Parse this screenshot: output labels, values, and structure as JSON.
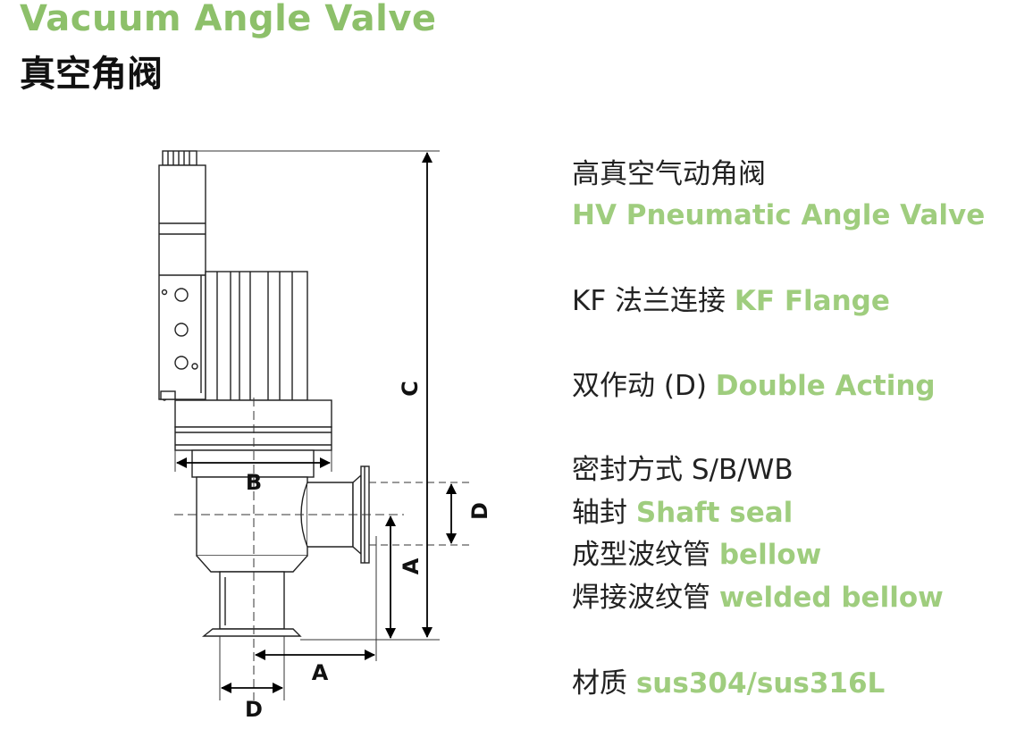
{
  "title": {
    "en": "Vacuum Angle Valve",
    "cn": "真空角阀"
  },
  "specs": {
    "type_cn": "高真空气动角阀",
    "type_en": "HV Pneumatic Angle Valve",
    "flange_cn": "KF 法兰连接",
    "flange_en": "KF Flange",
    "acting_cn": "双作动 (D)",
    "acting_en": "Double Acting",
    "seal_cn": "密封方式 S/B/WB",
    "shaft_cn": "轴封",
    "shaft_en": "Shaft seal",
    "bellow_cn": "成型波纹管",
    "bellow_en": "bellow",
    "welded_cn": "焊接波纹管",
    "welded_en": "welded bellow",
    "material_cn": "材质",
    "material_en": "sus304/sus316L"
  },
  "dimensions": {
    "a": "A",
    "b": "B",
    "c": "C",
    "d": "D"
  }
}
